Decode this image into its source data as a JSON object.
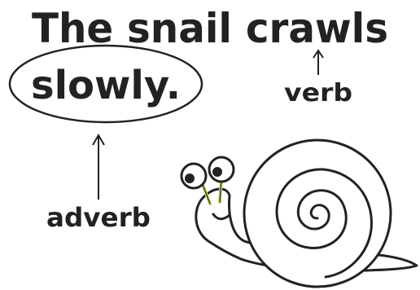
{
  "sentence": {
    "line1": "The snail crawls",
    "circled_word": "slowly."
  },
  "labels": {
    "verb": "verb",
    "adverb": "adverb"
  },
  "colors": {
    "ink": "#222222",
    "background": "#ffffff",
    "antenna": "#c8d96a"
  },
  "icons": {
    "snail": "snail-illustration",
    "arrow_to_crawls": "up-arrow",
    "arrow_to_slowly": "up-arrow"
  }
}
